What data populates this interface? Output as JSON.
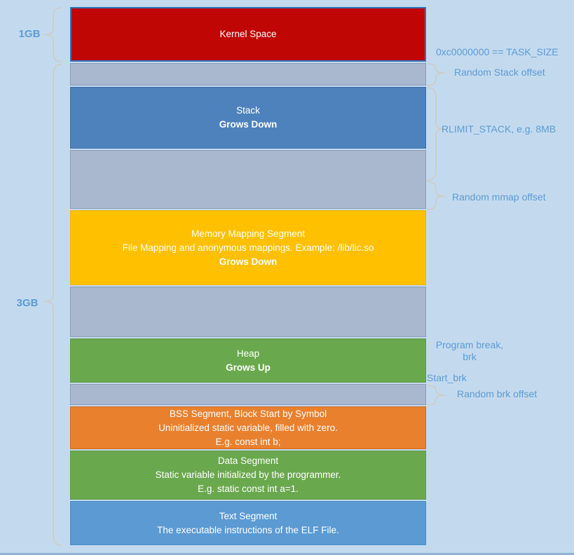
{
  "diagram": {
    "title_semantic": "Linux process virtual memory layout",
    "left_labels": {
      "one_gb": "1GB",
      "three_gb": "3GB"
    },
    "blocks": {
      "kernel": {
        "title": "Kernel Space"
      },
      "stack": {
        "title": "Stack",
        "grow": "Grows Down"
      },
      "mmap": {
        "title": "Memory Mapping Segment",
        "desc": "File Mapping and anonymous mappings. Example: /lib/lic.so",
        "grow": "Grows Down"
      },
      "heap": {
        "title": "Heap",
        "grow": "Grows Up"
      },
      "bss": {
        "title": "BSS Segment, Block Start by Symbol",
        "desc": "Uninitialized static variable, filled with zero.",
        "example": "E.g. const int b;"
      },
      "data": {
        "title": "Data Segment",
        "desc": "Static variable initialized by the programmer.",
        "example": "E.g. static const int a=1."
      },
      "text": {
        "title": "Text Segment",
        "desc": "The executable instructions of the ELF File."
      }
    },
    "right_labels": {
      "task_size": "0xc0000000 == TASK_SIZE",
      "random_stack_offset": "Random Stack offset",
      "rlimit_stack": "RLIMIT_STACK, e.g. 8MB",
      "random_mmap_offset": "Random mmap offset",
      "program_break_line1": "Program break,",
      "program_break_line2": "brk",
      "start_brk": "Start_brk",
      "random_brk_offset": "Random brk offset"
    },
    "colors": {
      "background": "#c3daee",
      "accent_label": "#5b9bd5",
      "kernel": "#c00505",
      "kernel_border": "#2e75b6",
      "reserved_gray": "#a9b8ce",
      "stack": "#4e82bc",
      "mmap": "#ffc000",
      "heap": "#6aa84e",
      "bss": "#e8802e",
      "data_segment": "#6aa84e",
      "text_segment": "#5b9ad2",
      "brace": "#cfccc4"
    }
  }
}
